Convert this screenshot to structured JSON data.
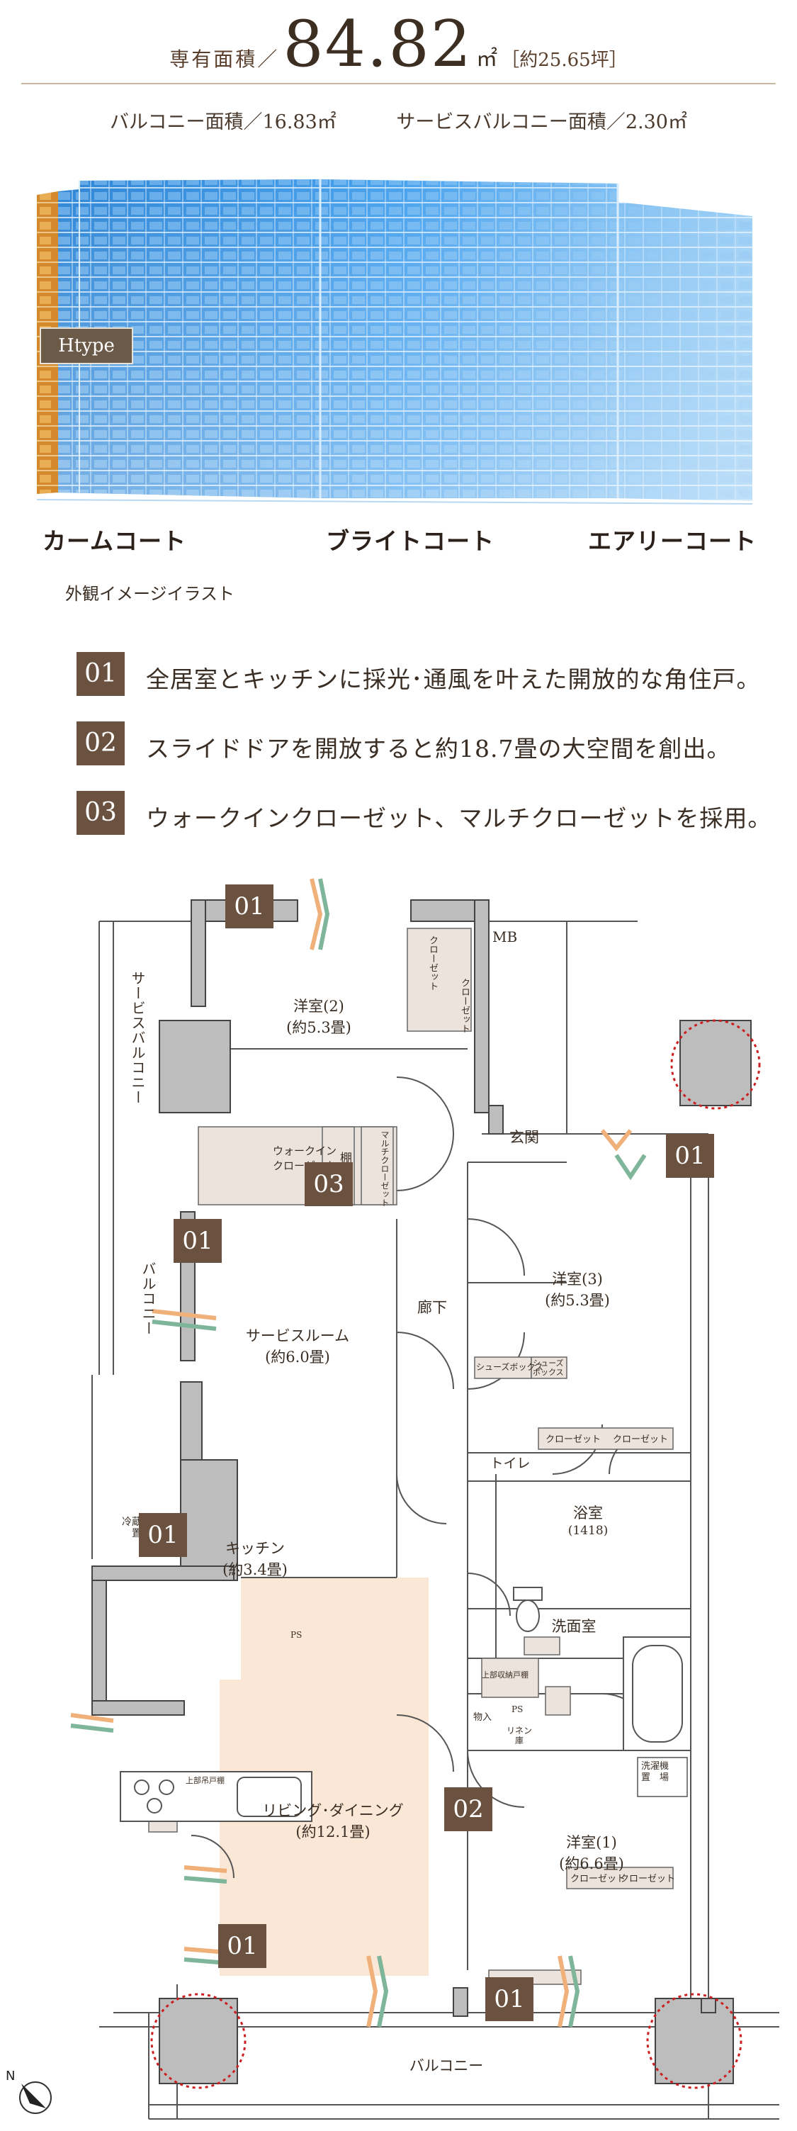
{
  "header": {
    "area_label": "専有面積／",
    "area_value": "84.82",
    "area_unit": "㎡",
    "area_tsubo": "［約25.65坪］",
    "balcony_area": "バルコニー面積／16.83㎡",
    "service_balcony_area": "サービスバルコニー面積／2.30㎡"
  },
  "building": {
    "type_badge": "Htype",
    "courts": [
      "カームコート",
      "ブライトコート",
      "エアリーコート"
    ],
    "note": "外観イメージイラスト"
  },
  "features": [
    {
      "num": "01",
      "text": "全居室とキッチンに採光･通風を叶えた開放的な角住戸。"
    },
    {
      "num": "02",
      "text": "スライドドアを開放すると約18.7畳の大空間を創出。"
    },
    {
      "num": "03",
      "text": "ウォークインクローゼット、マルチクローゼットを採用。"
    }
  ],
  "plan": {
    "rooms": {
      "western2": "洋室(2)",
      "western2_size": "(約5.3畳)",
      "western3": "洋室(3)",
      "western3_size": "(約5.3畳)",
      "western1": "洋室(1)",
      "western1_size": "(約6.6畳)",
      "service_room": "サービスルーム",
      "service_room_size": "(約6.0畳)",
      "kitchen": "キッチン",
      "kitchen_size": "(約3.4畳)",
      "ldk": "リビング･ダイニング",
      "ldk_size": "(約12.1畳)",
      "entrance": "玄関",
      "corridor": "廊下",
      "toilet": "トイレ",
      "bath": "浴室",
      "bath_size": "(1418)",
      "washroom": "洗面室",
      "balcony": "バルコニー",
      "balcony_side": "バルコニー",
      "service_balcony": "サービスバルコニー"
    },
    "labels": {
      "mb": "MB",
      "ps": "PS",
      "closet": "クローゼット",
      "wic": "ウォークイン",
      "wic2": "クローゼット",
      "shelf": "棚",
      "multi_closet": "マルチクローゼット",
      "shoe_box": "シューズボックス",
      "shoe_box2": "シューズ",
      "shoe_box3": "ボックス",
      "fridge": "冷蔵庫",
      "fridge2": "置",
      "upper_cabinet": "上部吊戸棚",
      "upper_cabinet2": "上部収納戸棚",
      "storage": "物入",
      "linen": "リネン",
      "linen2": "庫",
      "washer": "洗濯機",
      "washer2": "置　場"
    },
    "tags": {
      "t01": "01",
      "t02": "02",
      "t03": "03"
    }
  },
  "colors": {
    "tag_brown": "#6b5240",
    "ldk_fill": "#fbe7d6",
    "wall_gray": "#bdbdbd",
    "pillar_ring": "#cc1f1f",
    "air_green": "#7fb59a",
    "air_orange": "#f0b07a"
  }
}
